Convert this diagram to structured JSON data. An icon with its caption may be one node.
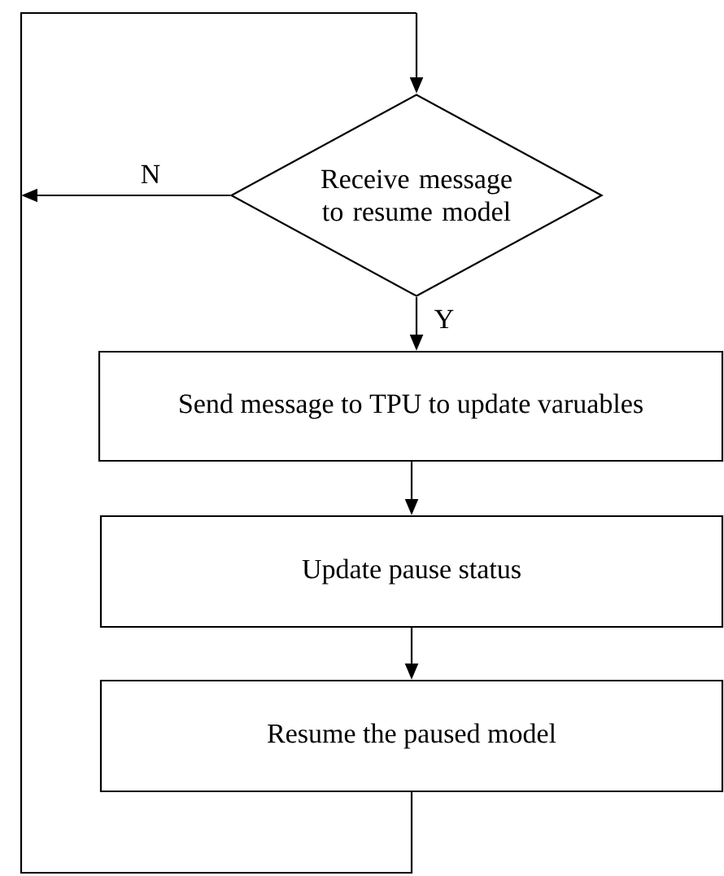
{
  "diagram": {
    "nodes": [
      {
        "text": [
          "Receive message to resume model"
        ]
      },
      {
        "text": [
          "Send message to TPU to update varuables"
        ]
      },
      {
        "text": [
          "Update pause status"
        ]
      },
      {
        "text": [
          "Resume the paused model"
        ]
      }
    ],
    "edges": [
      {
        "from": 0,
        "to": 1,
        "arrow": "to",
        "label": "Y"
      },
      {
        "from": 1,
        "to": 2,
        "arrow": "to"
      },
      {
        "from": 2,
        "to": 3,
        "arrow": "to"
      },
      {
        "from": 3,
        "to": 0,
        "arrow": "to"
      },
      {
        "from": 0,
        "to": null,
        "arrow": "to",
        "label": "N"
      }
    ]
  }
}
